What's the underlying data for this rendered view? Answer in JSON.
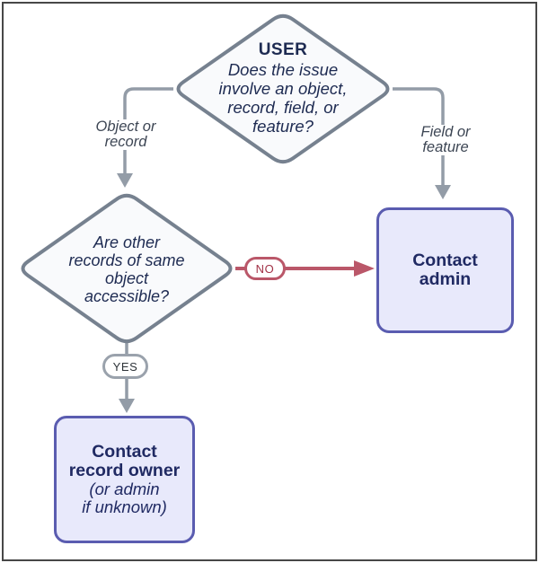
{
  "colors": {
    "canvas_bg": "#ffffff",
    "frame_border": "#474747",
    "connector_gray": "#939ca7",
    "diamond_border": "#76818f",
    "diamond_fill": "#f9fafc",
    "diamond_text": "#1e2b52",
    "edge_label_text": "#3d4654",
    "pill_border_gray": "#9aa2ac",
    "pill_text_dark": "#2d3338",
    "red_line": "#ba5769",
    "red_text": "#a23247",
    "purple_border": "#5a5cb0",
    "box_fill": "#e8e9fb",
    "box_text": "#202a63"
  },
  "flowchart": {
    "start": {
      "title": "USER",
      "question_lines": [
        "Does the issue",
        "involve an object,",
        "record, field, or",
        "feature?"
      ]
    },
    "branches": {
      "left_label_lines": [
        "Object or",
        "record"
      ],
      "right_label_lines": [
        "Field or",
        "feature"
      ]
    },
    "decision": {
      "question_lines": [
        "Are other",
        "records of same",
        "object",
        "accessible?"
      ]
    },
    "no_label": "NO",
    "yes_label": "YES",
    "admin_node": {
      "lines": [
        "Contact",
        "admin"
      ]
    },
    "owner_node": {
      "title_lines": [
        "Contact",
        "record owner"
      ],
      "subtitle_lines": [
        "(or admin",
        "if unknown)"
      ]
    }
  }
}
